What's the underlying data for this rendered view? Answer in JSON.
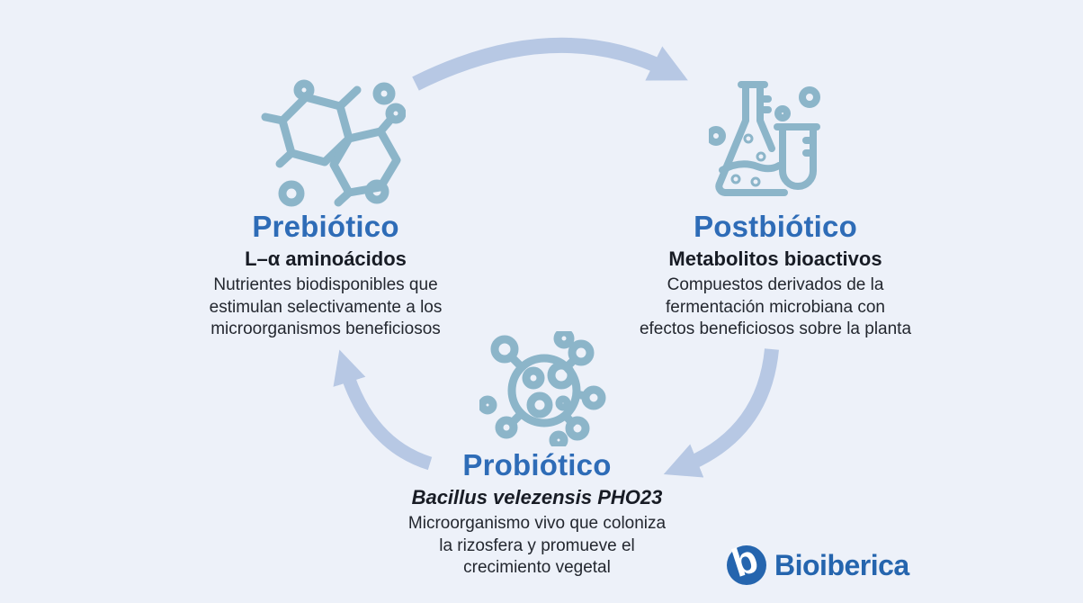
{
  "page": {
    "background": "#edf1f9",
    "type": "infographic-cycle-diagram"
  },
  "colors": {
    "heading_blue": "#2e6cb7",
    "body_text": "#23272f",
    "icon_stroke": "#8cb5c9",
    "arrow": "#b7c8e4",
    "logo_blue": "#2565ae"
  },
  "nodes": [
    {
      "title": "Prebiótico",
      "subtitle": "L–α aminoácidos",
      "description": "Nutrientes biodisponibles que\nestimulan selectivamente a los\nmicroorganismos beneficiosos",
      "icon": "molecule-icon"
    },
    {
      "title": "Postbiótico",
      "subtitle": "Metabolitos bioactivos",
      "description": "Compuestos derivados de la\nfermentación microbiana con\nefectos beneficiosos sobre la planta",
      "icon": "flask-icon"
    },
    {
      "title": "Probiótico",
      "subtitle": "Bacillus velezensis PHO23",
      "description": "Microorganismo vivo que coloniza\nla rizosfera y promueve el\ncrecimiento vegetal",
      "icon": "microbe-icon"
    }
  ],
  "logo": {
    "mark": "b",
    "text": "Bioiberica"
  }
}
